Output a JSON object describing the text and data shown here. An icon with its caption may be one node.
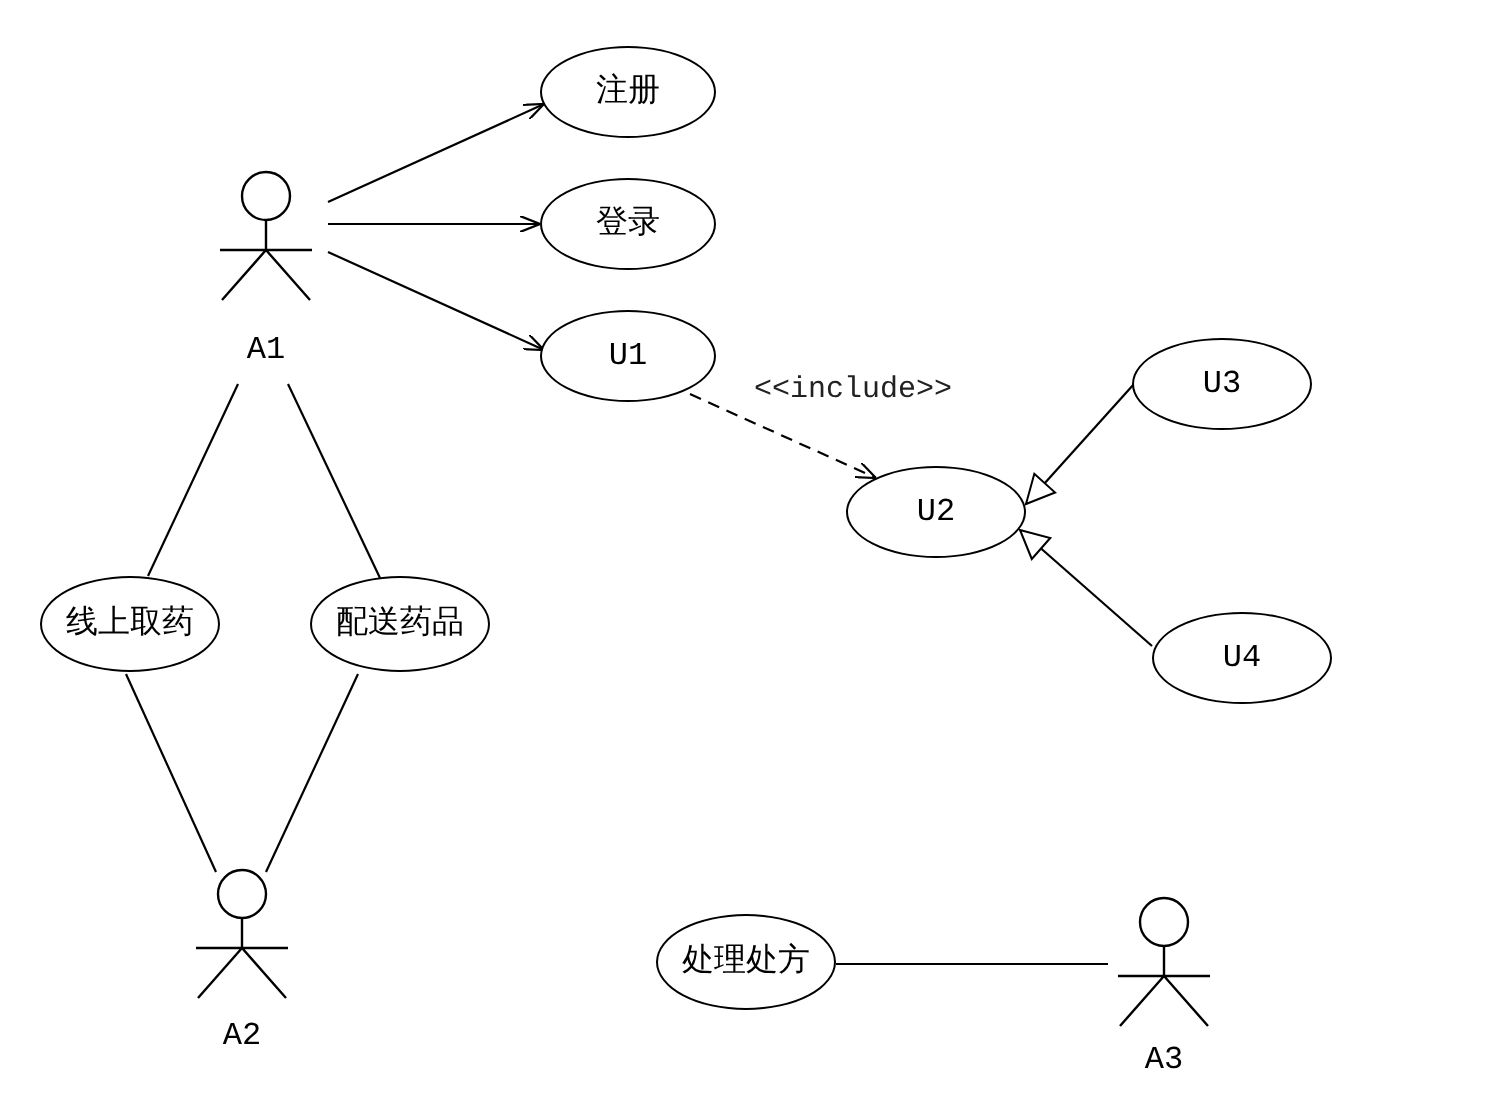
{
  "diagram": {
    "nodes": [
      {
        "text": [
          "A1"
        ]
      },
      {
        "text": [
          "注册"
        ]
      },
      {
        "text": [
          "登录"
        ]
      },
      {
        "text": [
          "U1"
        ]
      },
      {
        "text": [
          "U3"
        ]
      },
      {
        "text": [
          "U2"
        ]
      },
      {
        "text": [
          "线上取药"
        ]
      },
      {
        "text": [
          "配送药品"
        ]
      },
      {
        "text": [
          "U4"
        ]
      },
      {
        "text": [
          "A2"
        ]
      },
      {
        "text": [
          "处理处方"
        ]
      },
      {
        "text": [
          "A3"
        ]
      }
    ],
    "edges": [
      {
        "from": 0,
        "to": 1,
        "arrow": "to"
      },
      {
        "from": 0,
        "to": 2,
        "arrow": "to"
      },
      {
        "from": 0,
        "to": 3,
        "arrow": "to"
      },
      {
        "from": 3,
        "to": 5,
        "arrow": "to",
        "label": "<<include>>",
        "style": "dashed"
      },
      {
        "from": 4,
        "to": 5,
        "arrow": "to"
      },
      {
        "from": 8,
        "to": 5,
        "arrow": "to"
      },
      {
        "from": 0,
        "to": 6,
        "arrow": "none"
      },
      {
        "from": 0,
        "to": 7,
        "arrow": "none"
      },
      {
        "from": 6,
        "to": 9,
        "arrow": "none"
      },
      {
        "from": 7,
        "to": 9,
        "arrow": "none"
      },
      {
        "from": 10,
        "to": 11,
        "arrow": "none"
      }
    ]
  }
}
